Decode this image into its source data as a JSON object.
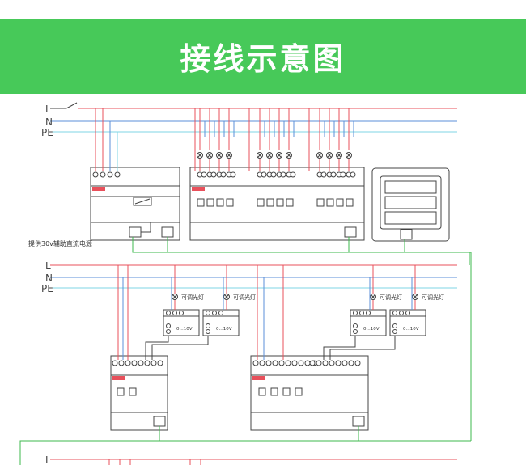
{
  "header": {
    "title": "接线示意图"
  },
  "bus_labels": {
    "line": "L",
    "neutral": "N",
    "earth": "PE"
  },
  "aux_power_note": "提供30v辅助直流电源",
  "dimmable_light_label": "可调光灯",
  "control_range_label": "0...10V",
  "colors": {
    "banner": "#47c959",
    "live": "#e8505b",
    "neutral": "#5b8fd9",
    "earth": "#7fd6e6",
    "bus_green": "#3db84c",
    "device_outline": "#444444"
  }
}
